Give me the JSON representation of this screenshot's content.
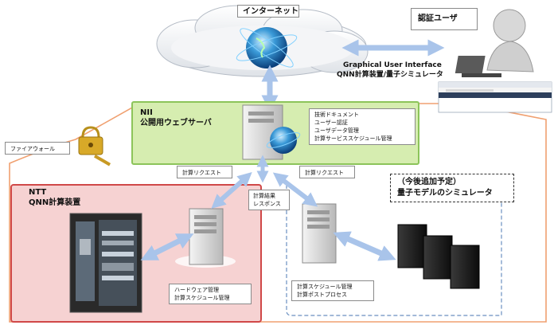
{
  "internet_label": "インターネット",
  "auth_user_label": "認証ユーザ",
  "gui_label": {
    "line1": "Graphical User Interface",
    "line2": "QNN計算装置/量子シミュレータ"
  },
  "firewall_label": "ファイアウォール",
  "nii": {
    "line1": "NII",
    "line2": "公開用ウェブサーバ"
  },
  "web_services": [
    "技術ドキュメント",
    "ユーザー認証",
    "ユーザデータ管理",
    "計算サービススケジュール管理"
  ],
  "calc_request_left": "計算リクエスト",
  "calc_request_right": "計算リクエスト",
  "calc_result": {
    "line1": "計算結果",
    "line2": "レスポンス"
  },
  "ntt": {
    "line1": "NTT",
    "line2": "QNN計算装置"
  },
  "ntt_tasks": [
    "ハードウェア管理",
    "計算スケジュール管理"
  ],
  "future": {
    "line1": "（今後追加予定）",
    "line2": "量子モデルのシミュレータ"
  },
  "sim_tasks": [
    "計算スケジュール管理",
    "計算ポストプロセス"
  ],
  "colors": {
    "firewall_line": "#f0a070",
    "nii_fill": "#d6edb0",
    "nii_border": "#8cc45a",
    "ntt_fill": "#f6d2d2",
    "ntt_border": "#d04848",
    "sim_border": "#6a8fc0",
    "arrow": "#a9c4ea"
  }
}
